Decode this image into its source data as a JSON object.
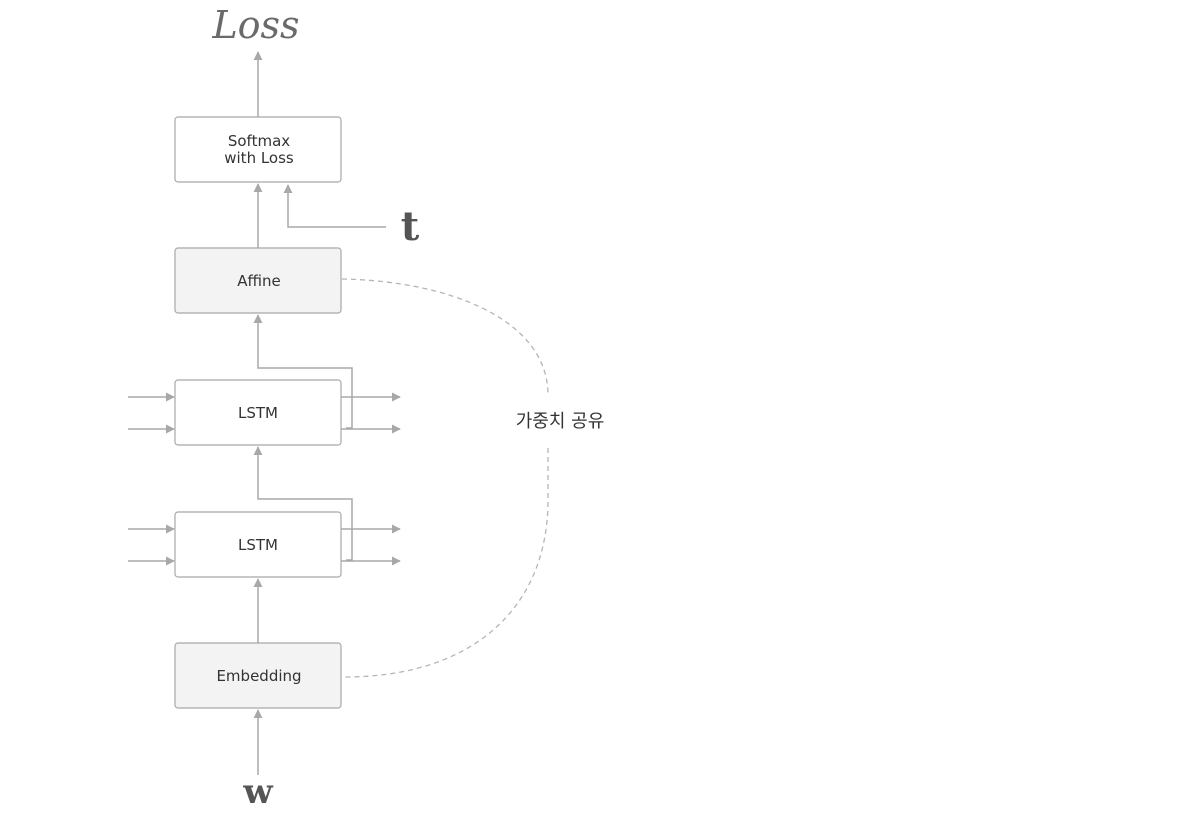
{
  "labels": {
    "loss": "Loss",
    "target": "t",
    "input": "w",
    "weight_sharing": "가중치 공유"
  },
  "blocks": {
    "softmax": {
      "line1": "Softmax",
      "line2": "with Loss"
    },
    "affine": "Affine",
    "lstm_upper": "LSTM",
    "lstm_lower": "LSTM",
    "embedding": "Embedding"
  },
  "colors": {
    "stroke": "#a8a8a8",
    "shaded_fill": "#f3f3f3",
    "plain_fill": "#ffffff",
    "dash": "#b5b5b5"
  }
}
